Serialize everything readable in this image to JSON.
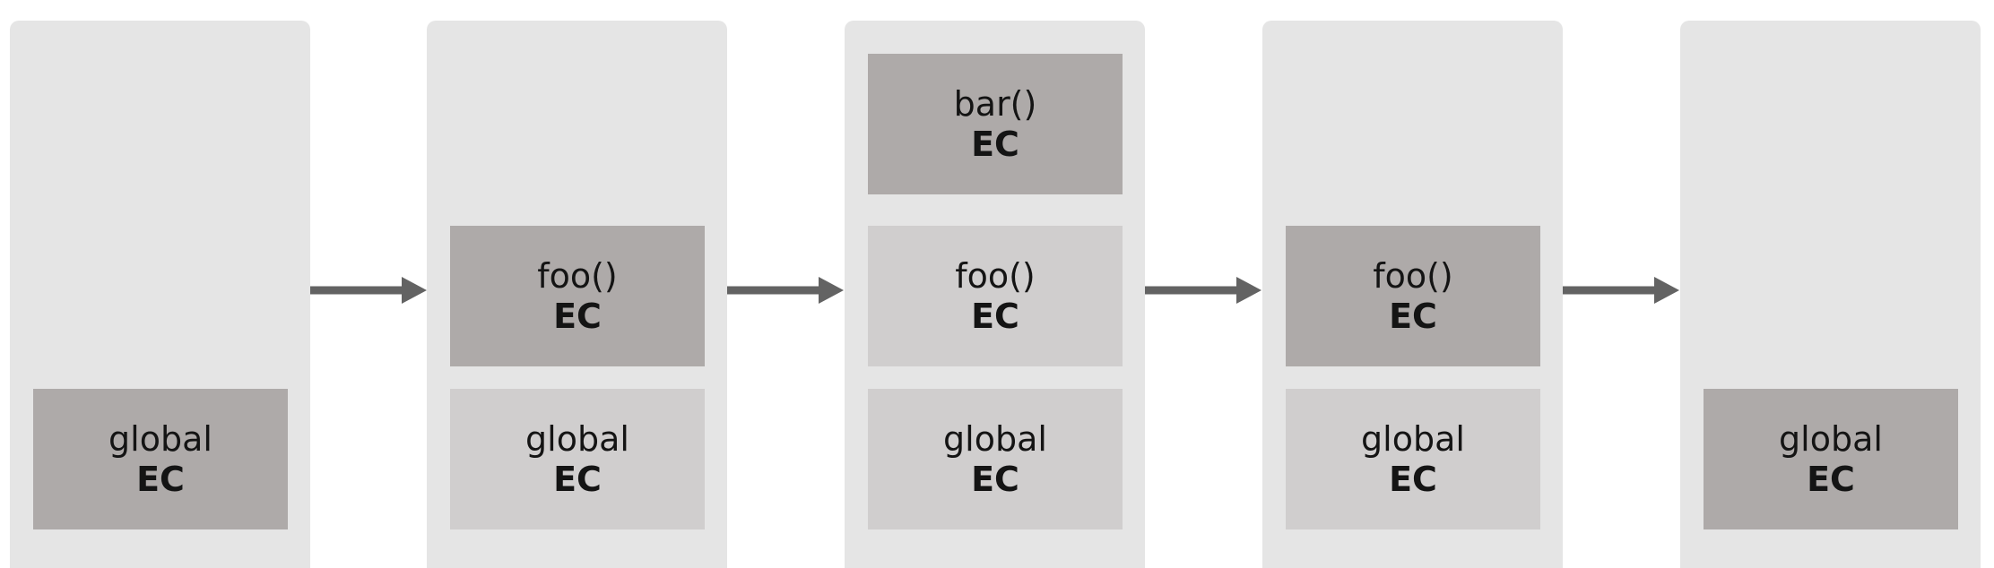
{
  "diagram": {
    "columns": [
      {
        "frames": [
          {
            "fn": "global",
            "ec": "EC",
            "state": "active",
            "slot": "bottom"
          }
        ]
      },
      {
        "frames": [
          {
            "fn": "foo()",
            "ec": "EC",
            "state": "active",
            "slot": "mid"
          },
          {
            "fn": "global",
            "ec": "EC",
            "state": "inactive",
            "slot": "bottom"
          }
        ]
      },
      {
        "frames": [
          {
            "fn": "bar()",
            "ec": "EC",
            "state": "active",
            "slot": "top"
          },
          {
            "fn": "foo()",
            "ec": "EC",
            "state": "inactive",
            "slot": "mid"
          },
          {
            "fn": "global",
            "ec": "EC",
            "state": "inactive",
            "slot": "bottom"
          }
        ]
      },
      {
        "frames": [
          {
            "fn": "foo()",
            "ec": "EC",
            "state": "active",
            "slot": "mid"
          },
          {
            "fn": "global",
            "ec": "EC",
            "state": "inactive",
            "slot": "bottom"
          }
        ]
      },
      {
        "frames": [
          {
            "fn": "global",
            "ec": "EC",
            "state": "active",
            "slot": "bottom"
          }
        ]
      }
    ],
    "colors": {
      "column_bg": "#e5e5e5",
      "active_frame": "#aeaaa9",
      "inactive_frame": "#d0cece",
      "arrow": "#636363",
      "text": "#141414"
    }
  }
}
